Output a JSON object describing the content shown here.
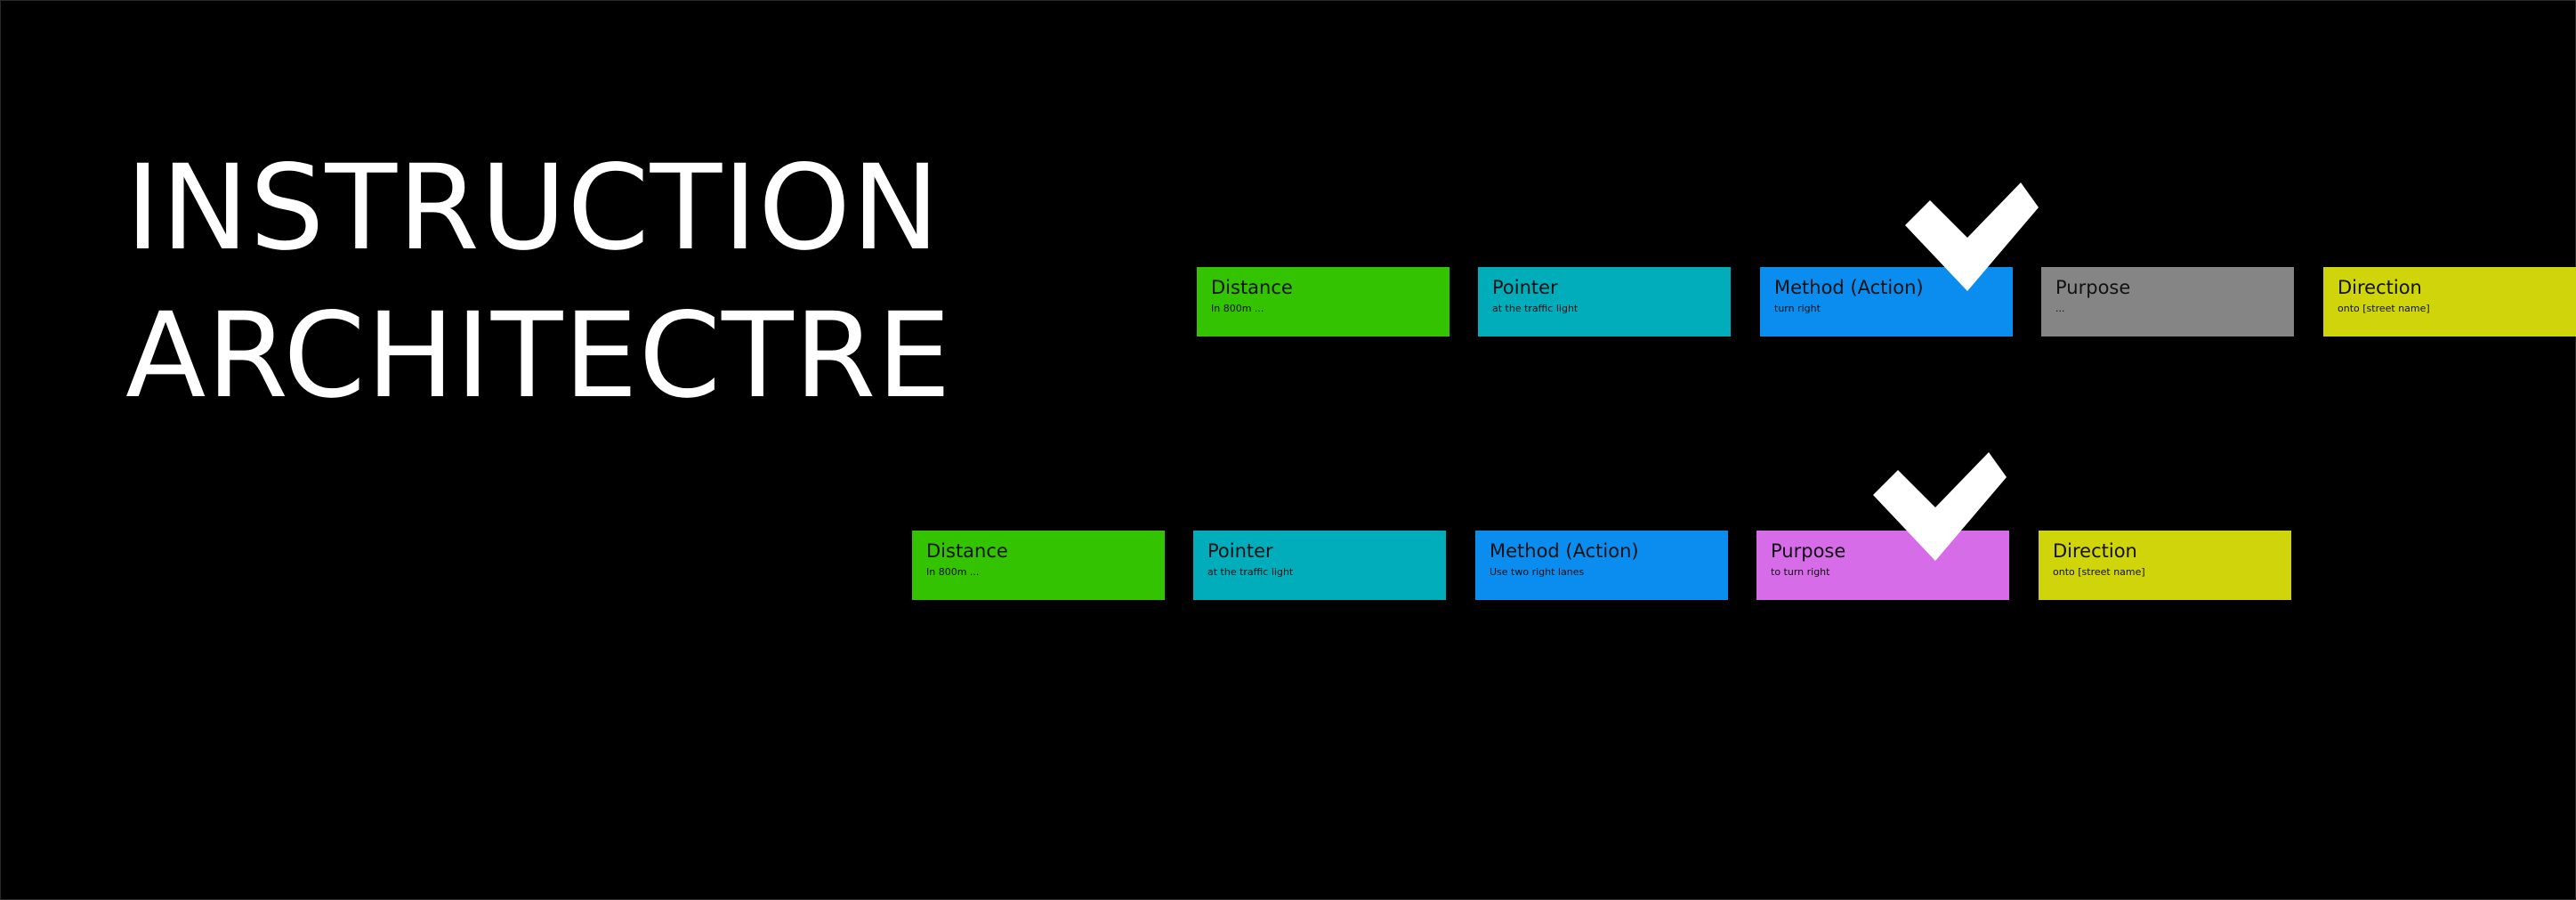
{
  "title": {
    "line1": "INSTRUCTION",
    "line2": "ARCHITECTRE"
  },
  "row1": {
    "blocks": [
      {
        "label": "Distance",
        "sub": "In 800m ...",
        "color": "#34c300"
      },
      {
        "label": "Pointer",
        "sub": "at the traffic light",
        "color": "#02adbb"
      },
      {
        "label": "Method (Action)",
        "sub": "turn right",
        "color": "#0a8def"
      },
      {
        "label": "Purpose",
        "sub": "...",
        "color": "#858585"
      },
      {
        "label": "Direction",
        "sub": "onto [street name]",
        "color": "#d0d40a"
      }
    ]
  },
  "row2": {
    "blocks": [
      {
        "label": "Distance",
        "sub": "In 800m ...",
        "color": "#34c300"
      },
      {
        "label": "Pointer",
        "sub": "at the traffic light",
        "color": "#02adbb"
      },
      {
        "label": "Method (Action)",
        "sub": "Use two right lanes",
        "color": "#0a8def"
      },
      {
        "label": "Purpose",
        "sub": "to turn right",
        "color": "#d66ce8"
      },
      {
        "label": "Direction",
        "sub": "onto [street name]",
        "color": "#d0d40a"
      }
    ]
  },
  "icons": {
    "check_row1": "checkmark-icon",
    "check_row2": "checkmark-icon"
  }
}
